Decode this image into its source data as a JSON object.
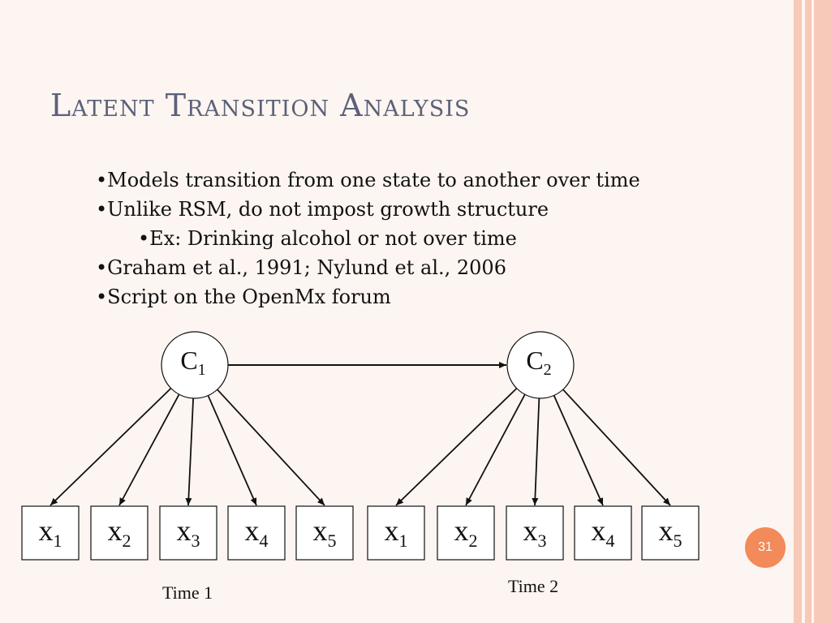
{
  "slide": {
    "title": "Latent Transition Analysis",
    "bullets": [
      "•Models transition from one state to another over time",
      "•Unlike RSM, do not impost growth structure",
      "•Ex: Drinking alcohol or not over time",
      "•Graham et al., 1991; Nylund et al., 2006",
      "•Script on the OpenMx forum"
    ],
    "page_number": "31",
    "colors": {
      "title": "#5b6179",
      "accent": "#f28a5a",
      "border": "#f6c9b8",
      "background": "#fdf5f1"
    }
  },
  "diagram": {
    "latent_nodes": [
      {
        "label": "C",
        "sub": "1"
      },
      {
        "label": "C",
        "sub": "2"
      }
    ],
    "time1_indicators": [
      {
        "label": "x",
        "sub": "1"
      },
      {
        "label": "x",
        "sub": "2"
      },
      {
        "label": "x",
        "sub": "3"
      },
      {
        "label": "x",
        "sub": "4"
      },
      {
        "label": "x",
        "sub": "5"
      }
    ],
    "time2_indicators": [
      {
        "label": "x",
        "sub": "1"
      },
      {
        "label": "x",
        "sub": "2"
      },
      {
        "label": "x",
        "sub": "3"
      },
      {
        "label": "x",
        "sub": "4"
      },
      {
        "label": "x",
        "sub": "5"
      }
    ],
    "time_labels": [
      "Time 1",
      "Time 2"
    ]
  }
}
